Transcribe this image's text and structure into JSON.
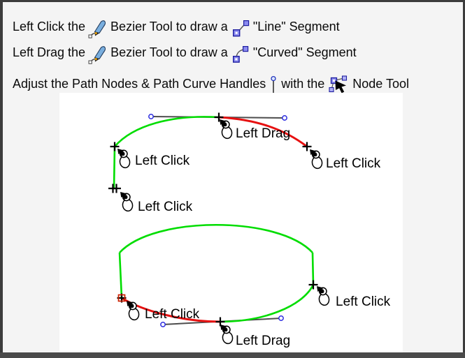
{
  "title": "Bezier Tool tutorial",
  "colors": {
    "background": "#f4f4f4",
    "canvas": "#ffffff",
    "frame_border": "#3c3c3c",
    "frame_border_bottom": "#4a4a4a",
    "segment_green": "#00dd00",
    "segment_red": "#e61010",
    "handle_line_gray": "#4d4d4d",
    "handle_node_blue": "#2d2de0",
    "start_node_red": "#cc2200",
    "text": "#000000"
  },
  "icons": {
    "bezier_tool": "pen-nib-with-path",
    "line_segment": "two-nodes-straight-line",
    "curved_segment": "two-nodes-curved-line",
    "curve_handle": "handle-stick-with-circle",
    "node_tool": "black-arrow-with-blue-nodes",
    "mouse": "mouse-left-button-click"
  },
  "instructions": {
    "line1": {
      "t1": "Left Click the",
      "t2": "Bezier Tool to draw a",
      "t3": "\"Line\" Segment"
    },
    "line2": {
      "t1": "Left Drag the",
      "t2": "Bezier Tool to draw a",
      "t3": "\"Curved\" Segment"
    },
    "line3": {
      "t1": "Adjust the Path Nodes & Path Curve Handles",
      "t2": "with the",
      "t3": "Node Tool"
    }
  },
  "diagram1": {
    "labels": {
      "top": "Left Drag",
      "left": "Left Click",
      "bottom": "Left Click",
      "right": "Left Click"
    }
  },
  "diagram2": {
    "labels": {
      "right": "Left Click",
      "left": "Left Click",
      "bottom": "Left Drag"
    }
  }
}
